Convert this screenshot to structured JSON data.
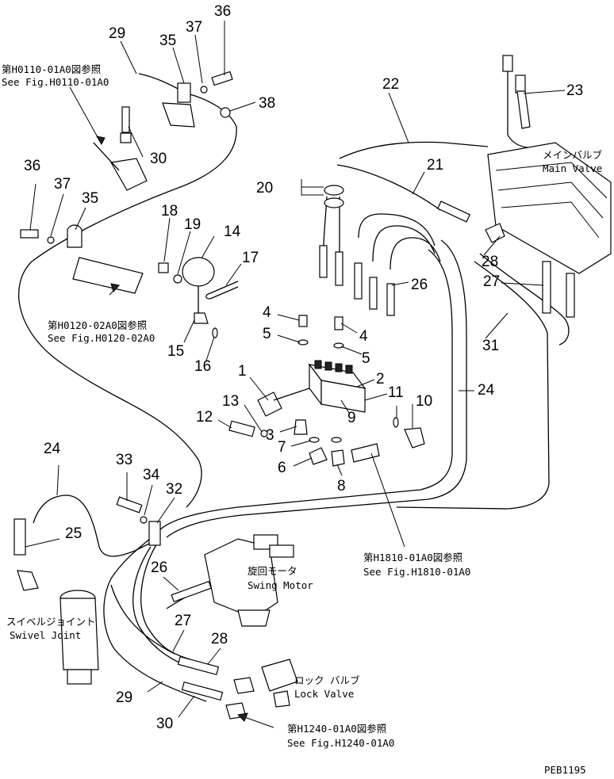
{
  "part_numbers": [
    {
      "id": "p36a",
      "text": "36"
    },
    {
      "id": "p37a",
      "text": "37"
    },
    {
      "id": "p35a",
      "text": "35"
    },
    {
      "id": "p29a",
      "text": "29"
    },
    {
      "id": "p38",
      "text": "38"
    },
    {
      "id": "p30a",
      "text": "30"
    },
    {
      "id": "p36b",
      "text": "36"
    },
    {
      "id": "p37b",
      "text": "37"
    },
    {
      "id": "p35b",
      "text": "35"
    },
    {
      "id": "p18",
      "text": "18"
    },
    {
      "id": "p19",
      "text": "19"
    },
    {
      "id": "p14",
      "text": "14"
    },
    {
      "id": "p17",
      "text": "17"
    },
    {
      "id": "p22",
      "text": "22"
    },
    {
      "id": "p23",
      "text": "23"
    },
    {
      "id": "p21",
      "text": "21"
    },
    {
      "id": "p20",
      "text": "20"
    },
    {
      "id": "p28a",
      "text": "28"
    },
    {
      "id": "p27a",
      "text": "27"
    },
    {
      "id": "p26a",
      "text": "26"
    },
    {
      "id": "p31",
      "text": "31"
    },
    {
      "id": "p4a",
      "text": "4"
    },
    {
      "id": "p5a",
      "text": "5"
    },
    {
      "id": "p4b",
      "text": "4"
    },
    {
      "id": "p5b",
      "text": "5"
    },
    {
      "id": "p15",
      "text": "15"
    },
    {
      "id": "p16",
      "text": "16"
    },
    {
      "id": "p1",
      "text": "1"
    },
    {
      "id": "p2",
      "text": "2"
    },
    {
      "id": "p11",
      "text": "11"
    },
    {
      "id": "p10",
      "text": "10"
    },
    {
      "id": "p24a",
      "text": "24"
    },
    {
      "id": "p13",
      "text": "13"
    },
    {
      "id": "p9",
      "text": "9"
    },
    {
      "id": "p12",
      "text": "12"
    },
    {
      "id": "p3",
      "text": "3"
    },
    {
      "id": "p7",
      "text": "7"
    },
    {
      "id": "p6",
      "text": "6"
    },
    {
      "id": "p8",
      "text": "8"
    },
    {
      "id": "p24b",
      "text": "24"
    },
    {
      "id": "p33",
      "text": "33"
    },
    {
      "id": "p34",
      "text": "34"
    },
    {
      "id": "p32",
      "text": "32"
    },
    {
      "id": "p25",
      "text": "25"
    },
    {
      "id": "p26b",
      "text": "26"
    },
    {
      "id": "p27b",
      "text": "27"
    },
    {
      "id": "p28b",
      "text": "28"
    },
    {
      "id": "p29b",
      "text": "29"
    },
    {
      "id": "p30b",
      "text": "30"
    }
  ],
  "labels": {
    "fig_h0110_jp": "第H0110-01A0図参照",
    "fig_h0110_en": "See Fig.H0110-01A0",
    "fig_h0120_jp": "第H0120-02A0図参照",
    "fig_h0120_en": "See Fig.H0120-02A0",
    "main_valve_jp": "メインバルブ",
    "main_valve_en": "Main Valve",
    "fig_h1810_jp": "第H1810-01A0図参照",
    "fig_h1810_en": "See Fig.H1810-01A0",
    "swing_motor_jp": "旋回モータ",
    "swing_motor_en": "Swing Motor",
    "swivel_joint_jp": "スイベルジョイント",
    "swivel_joint_en": "Swivel Joint",
    "lock_valve_jp": "ロック バルブ",
    "lock_valve_en": "Lock Valve",
    "fig_h1240_jp": "第H1240-01A0図参照",
    "fig_h1240_en": "See Fig.H1240-01A0",
    "drawing_code": "PEB1195"
  }
}
